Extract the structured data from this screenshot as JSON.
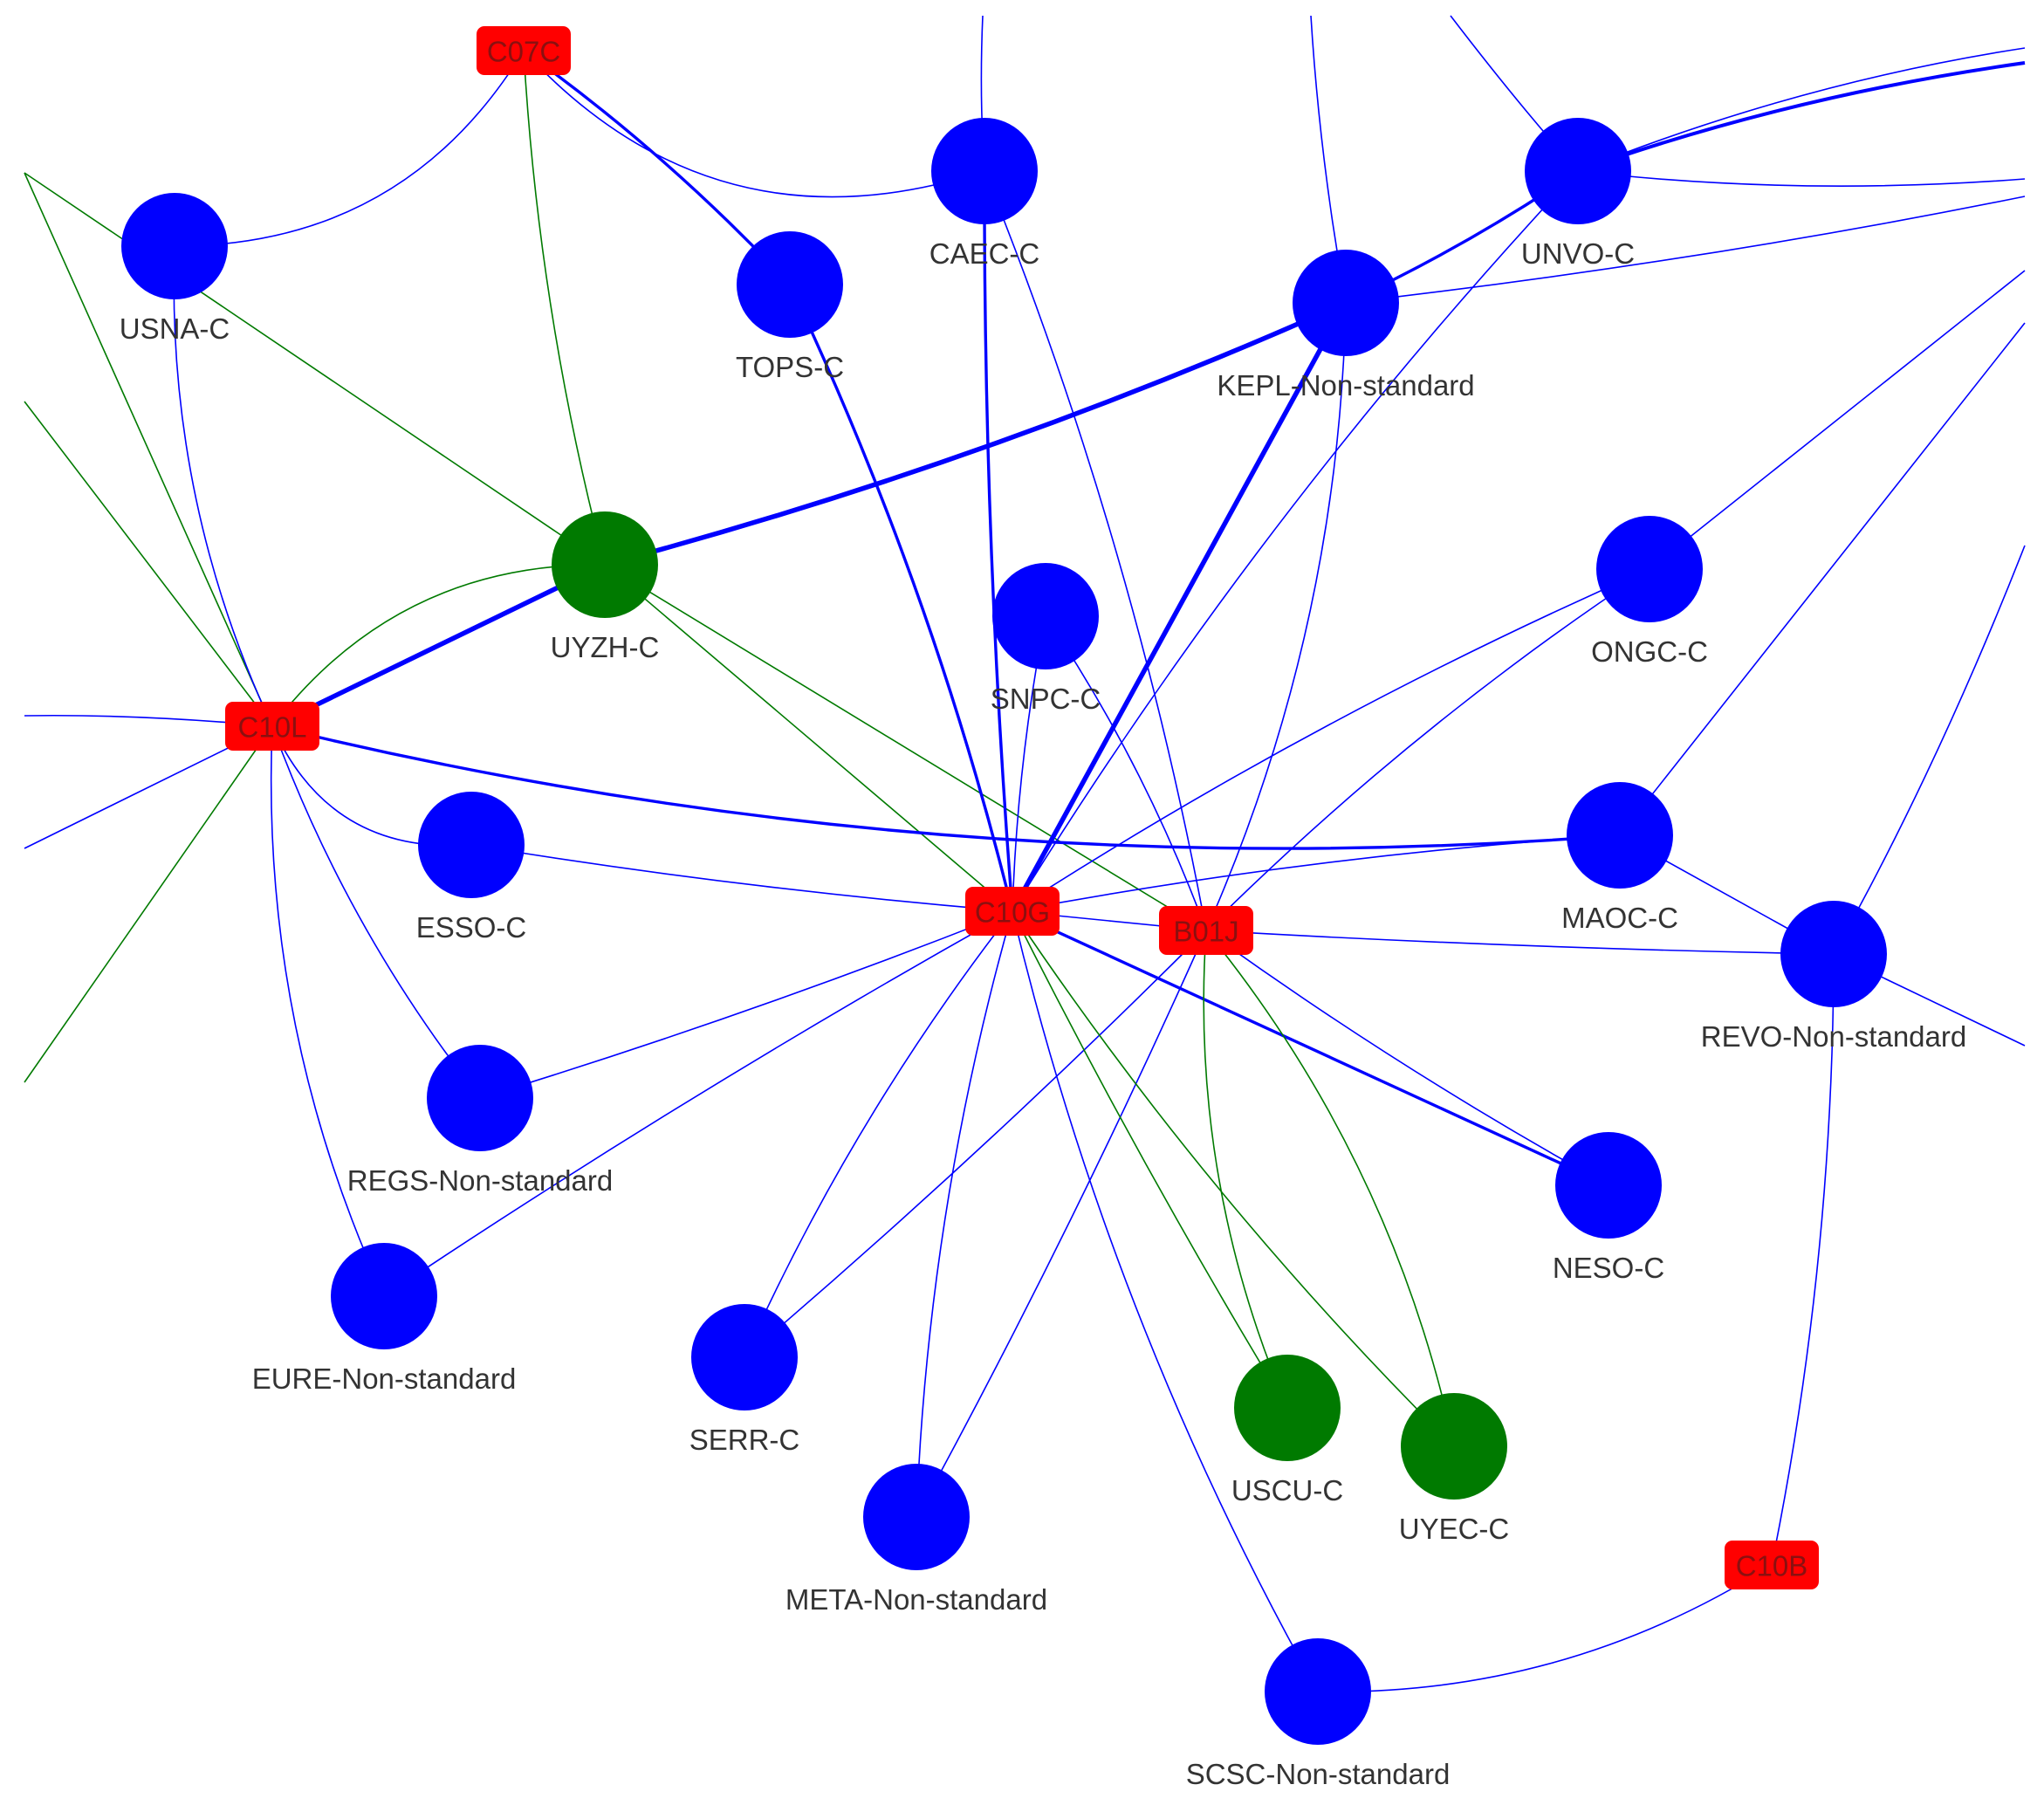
{
  "colors": {
    "blue": "#0000ff",
    "green": "#007a00",
    "red": "#ff0000",
    "box_text": "#8b1010",
    "label_text": "#333333"
  },
  "nodes": [
    {
      "id": "C07C",
      "label": "C07C",
      "shape": "box",
      "color": "red"
    },
    {
      "id": "C10L",
      "label": "C10L",
      "shape": "box",
      "color": "red"
    },
    {
      "id": "C10G",
      "label": "C10G",
      "shape": "box",
      "color": "red"
    },
    {
      "id": "B01J",
      "label": "B01J",
      "shape": "box",
      "color": "red"
    },
    {
      "id": "C10B",
      "label": "C10B",
      "shape": "box",
      "color": "red"
    },
    {
      "id": "USNA",
      "label": "USNA-C",
      "shape": "dot",
      "color": "blue"
    },
    {
      "id": "TOPS",
      "label": "TOPS-C",
      "shape": "dot",
      "color": "blue"
    },
    {
      "id": "CAEC",
      "label": "CAEC-C",
      "shape": "dot",
      "color": "blue"
    },
    {
      "id": "KEPL",
      "label": "KEPL-Non-standard",
      "shape": "dot",
      "color": "blue"
    },
    {
      "id": "UNVO",
      "label": "UNVO-C",
      "shape": "dot",
      "color": "blue"
    },
    {
      "id": "UYZH",
      "label": "UYZH-C",
      "shape": "dot",
      "color": "green"
    },
    {
      "id": "SNPC",
      "label": "SNPC-C",
      "shape": "dot",
      "color": "blue"
    },
    {
      "id": "ONGC",
      "label": "ONGC-C",
      "shape": "dot",
      "color": "blue"
    },
    {
      "id": "ESSO",
      "label": "ESSO-C",
      "shape": "dot",
      "color": "blue"
    },
    {
      "id": "MAOC",
      "label": "MAOC-C",
      "shape": "dot",
      "color": "blue"
    },
    {
      "id": "REVO",
      "label": "REVO-Non-standard",
      "shape": "dot",
      "color": "blue"
    },
    {
      "id": "REGS",
      "label": "REGS-Non-standard",
      "shape": "dot",
      "color": "blue"
    },
    {
      "id": "NESO",
      "label": "NESO-C",
      "shape": "dot",
      "color": "blue"
    },
    {
      "id": "EURE",
      "label": "EURE-Non-standard",
      "shape": "dot",
      "color": "blue"
    },
    {
      "id": "SERR",
      "label": "SERR-C",
      "shape": "dot",
      "color": "blue"
    },
    {
      "id": "USCU",
      "label": "USCU-C",
      "shape": "dot",
      "color": "green"
    },
    {
      "id": "UYEC",
      "label": "UYEC-C",
      "shape": "dot",
      "color": "green"
    },
    {
      "id": "META",
      "label": "META-Non-standard",
      "shape": "dot",
      "color": "blue"
    },
    {
      "id": "SCSC",
      "label": "SCSC-Non-standard",
      "shape": "dot",
      "color": "blue"
    }
  ],
  "edges": [
    {
      "from": "C07C",
      "to": "USNA",
      "color": "blue",
      "weight": 1
    },
    {
      "from": "C07C",
      "to": "CAEC",
      "color": "blue",
      "weight": 1
    },
    {
      "from": "C07C",
      "to": "TOPS",
      "color": "blue",
      "weight": 2
    },
    {
      "from": "C07C",
      "to": "UYZH",
      "color": "green",
      "weight": 1
    },
    {
      "from": "USNA",
      "to": "C10L",
      "color": "blue",
      "weight": 1
    },
    {
      "from": "UYZH",
      "to": "KEPL",
      "color": "blue",
      "weight": 3
    },
    {
      "from": "C10L",
      "to": "UYZH",
      "color": "blue",
      "weight": 3
    },
    {
      "from": "C10L",
      "to": "UYZH",
      "color": "green",
      "weight": 1
    },
    {
      "from": "UYZH",
      "to": "C10G",
      "color": "green",
      "weight": 1
    },
    {
      "from": "UYZH",
      "to": "B01J",
      "color": "green",
      "weight": 1
    },
    {
      "from": "TOPS",
      "to": "C10G",
      "color": "blue",
      "weight": 2
    },
    {
      "from": "CAEC",
      "to": "C10G",
      "color": "blue",
      "weight": 2
    },
    {
      "from": "CAEC",
      "to": "B01J",
      "color": "blue",
      "weight": 1
    },
    {
      "from": "KEPL",
      "to": "C10G",
      "color": "blue",
      "weight": 3
    },
    {
      "from": "KEPL",
      "to": "UNVO",
      "color": "blue",
      "weight": 2
    },
    {
      "from": "KEPL",
      "to": "B01J",
      "color": "blue",
      "weight": 1
    },
    {
      "from": "UNVO",
      "to": "C10G",
      "color": "blue",
      "weight": 1
    },
    {
      "from": "SNPC",
      "to": "C10G",
      "color": "blue",
      "weight": 1
    },
    {
      "from": "SNPC",
      "to": "B01J",
      "color": "blue",
      "weight": 1
    },
    {
      "from": "ONGC",
      "to": "C10G",
      "color": "blue",
      "weight": 1
    },
    {
      "from": "ONGC",
      "to": "B01J",
      "color": "blue",
      "weight": 1
    },
    {
      "from": "C10L",
      "to": "MAOC",
      "color": "blue",
      "weight": 2
    },
    {
      "from": "C10L",
      "to": "ESSO",
      "color": "blue",
      "weight": 1
    },
    {
      "from": "C10L",
      "to": "REGS",
      "color": "blue",
      "weight": 1
    },
    {
      "from": "C10L",
      "to": "EURE",
      "color": "blue",
      "weight": 1
    },
    {
      "from": "ESSO",
      "to": "C10G",
      "color": "blue",
      "weight": 1
    },
    {
      "from": "MAOC",
      "to": "C10G",
      "color": "blue",
      "weight": 1
    },
    {
      "from": "MAOC",
      "to": "REVO",
      "color": "blue",
      "weight": 1
    },
    {
      "from": "C10G",
      "to": "B01J",
      "color": "blue",
      "weight": 1
    },
    {
      "from": "B01J",
      "to": "REVO",
      "color": "blue",
      "weight": 1
    },
    {
      "from": "C10G",
      "to": "NESO",
      "color": "blue",
      "weight": 2
    },
    {
      "from": "B01J",
      "to": "NESO",
      "color": "blue",
      "weight": 1
    },
    {
      "from": "REGS",
      "to": "C10G",
      "color": "blue",
      "weight": 1
    },
    {
      "from": "EURE",
      "to": "C10G",
      "color": "blue",
      "weight": 1
    },
    {
      "from": "SERR",
      "to": "C10G",
      "color": "blue",
      "weight": 1
    },
    {
      "from": "SERR",
      "to": "B01J",
      "color": "blue",
      "weight": 1
    },
    {
      "from": "META",
      "to": "C10G",
      "color": "blue",
      "weight": 1
    },
    {
      "from": "META",
      "to": "B01J",
      "color": "blue",
      "weight": 1
    },
    {
      "from": "C10G",
      "to": "SCSC",
      "color": "blue",
      "weight": 1
    },
    {
      "from": "C10G",
      "to": "USCU",
      "color": "green",
      "weight": 1
    },
    {
      "from": "C10G",
      "to": "UYEC",
      "color": "green",
      "weight": 1
    },
    {
      "from": "B01J",
      "to": "USCU",
      "color": "green",
      "weight": 1
    },
    {
      "from": "B01J",
      "to": "UYEC",
      "color": "green",
      "weight": 1
    },
    {
      "from": "REVO",
      "to": "C10B",
      "color": "blue",
      "weight": 1
    },
    {
      "from": "C10B",
      "to": "SCSC",
      "color": "blue",
      "weight": 1
    }
  ]
}
